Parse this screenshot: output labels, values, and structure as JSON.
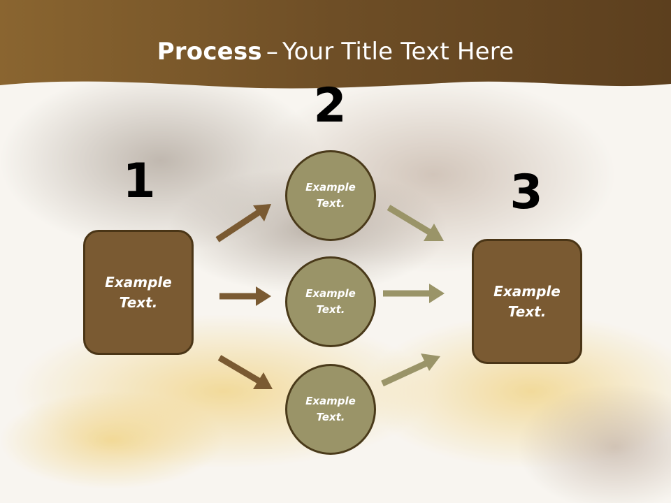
{
  "slide": {
    "title_strong": "Process",
    "title_dash": "–",
    "title_rest": "Your Title Text Here"
  },
  "steps": {
    "one": {
      "number": "1",
      "line1": "Example",
      "line2": "Text."
    },
    "two": {
      "number": "2"
    },
    "three": {
      "number": "3",
      "line1": "Example",
      "line2": "Text."
    }
  },
  "circles": [
    {
      "line1": "Example",
      "line2": "Text."
    },
    {
      "line1": "Example",
      "line2": "Text."
    },
    {
      "line1": "Example",
      "line2": "Text."
    }
  ],
  "colors": {
    "header_band": "#7b5a2c",
    "box_fill": "#7a5a32",
    "circle_fill": "#9a9468",
    "arrow_left": "#7a5a32",
    "arrow_right": "#9a9468"
  }
}
